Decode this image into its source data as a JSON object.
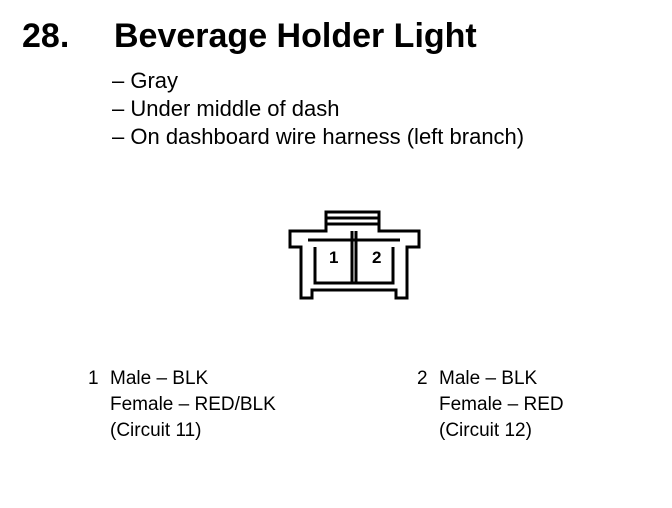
{
  "heading": {
    "number": "28.",
    "title": "Beverage Holder Light"
  },
  "details": [
    "Gray",
    "Under middle of dash",
    "On dashboard wire harness (left branch)"
  ],
  "connector": {
    "pin_labels": [
      "1",
      "2"
    ]
  },
  "pins": [
    {
      "number": "1",
      "male": "Male – BLK",
      "female": "Female – RED/BLK",
      "circuit": "(Circuit 11)"
    },
    {
      "number": "2",
      "male": "Male – BLK",
      "female": "Female – RED",
      "circuit": "(Circuit 12)"
    }
  ]
}
